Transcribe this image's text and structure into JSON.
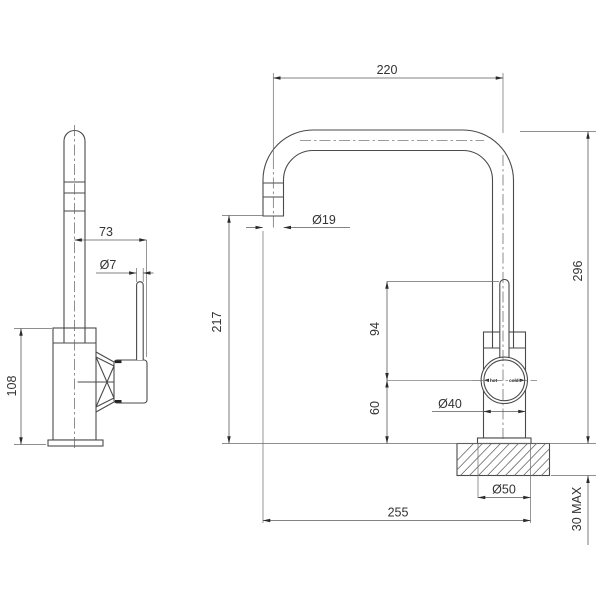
{
  "drawing": {
    "views": {
      "side_view": {
        "dims": {
          "handle_projection": "73",
          "lever_dia": "Ø7",
          "body_height": "108"
        }
      },
      "front_view": {
        "dims": {
          "spout_span": "220",
          "spout_dia": "Ø19",
          "height_overall": "296",
          "spout_clearance": "217",
          "lever_top_to_center": "94",
          "center_to_base": "60",
          "body_dia": "Ø40",
          "shank_dia": "Ø50",
          "reach_overall": "255",
          "counter_thickness": "30 MAX"
        },
        "ball_labels": {
          "hot": "hot",
          "cold": "cold"
        }
      }
    }
  }
}
